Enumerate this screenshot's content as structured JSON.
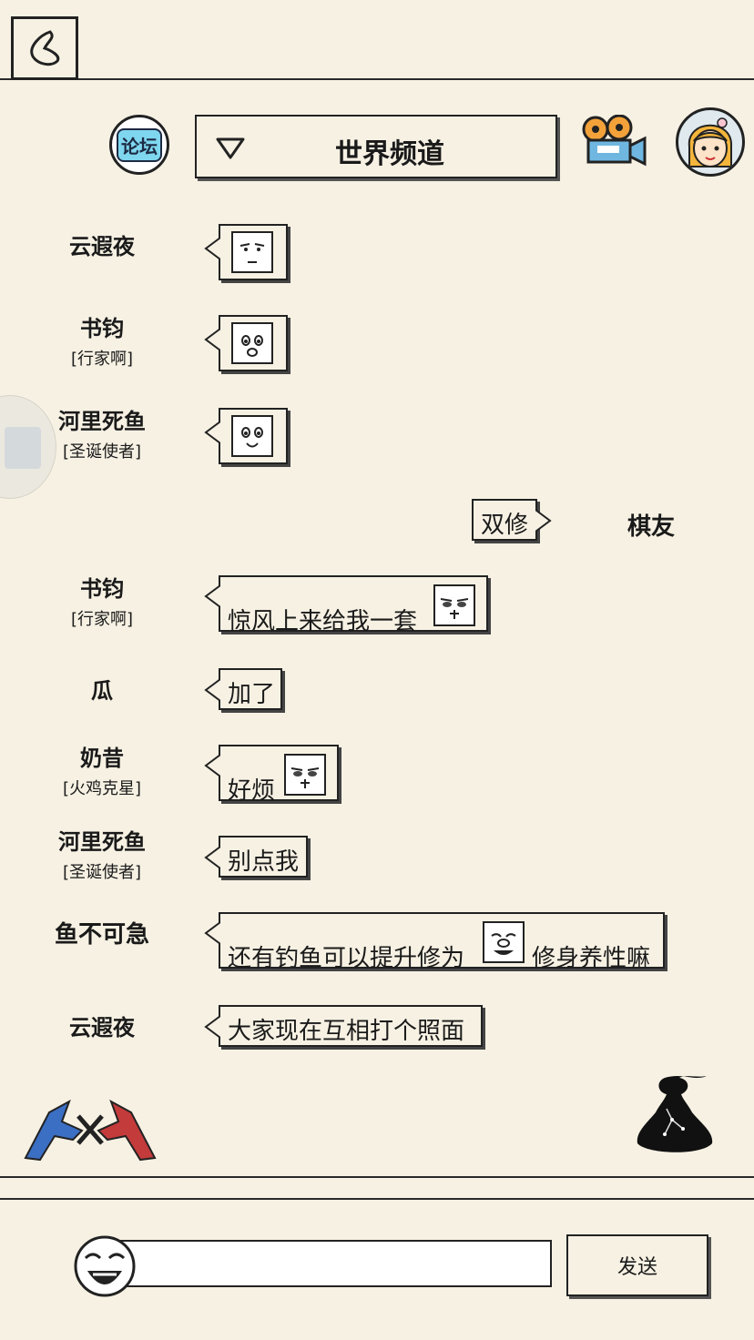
{
  "header": {
    "forum_label": "论坛",
    "channel_title": "世界频道"
  },
  "messages": [
    {
      "name": "云遐夜",
      "tag": "",
      "text": ""
    },
    {
      "name": "书钧",
      "tag": "[行家啊]",
      "text": ""
    },
    {
      "name": "河里死鱼",
      "tag": "[圣诞使者]",
      "text": ""
    },
    {
      "name": "棋友",
      "tag": "",
      "text": "双修"
    },
    {
      "name": "书钧",
      "tag": "[行家啊]",
      "text": "惊风上来给我一套"
    },
    {
      "name": "瓜",
      "tag": "",
      "text": "加了"
    },
    {
      "name": "奶昔",
      "tag": "[火鸡克星]",
      "text": "好烦"
    },
    {
      "name": "河里死鱼",
      "tag": "[圣诞使者]",
      "text": "别点我"
    },
    {
      "name": "鱼不可急",
      "tag": "",
      "text": "还有钓鱼可以提升修为",
      "text2": "修身养性嘛"
    },
    {
      "name": "云遐夜",
      "tag": "",
      "text": "大家现在互相打个照面"
    }
  ],
  "input": {
    "placeholder": "",
    "value": "",
    "send_label": "发送"
  },
  "icons": [
    "back-icon",
    "forum-icon",
    "dropdown-triangle-icon",
    "video-camera-icon",
    "user-avatar",
    "smile-emoji-icon",
    "pk-emblem-icon",
    "meditation-silhouette-icon"
  ]
}
